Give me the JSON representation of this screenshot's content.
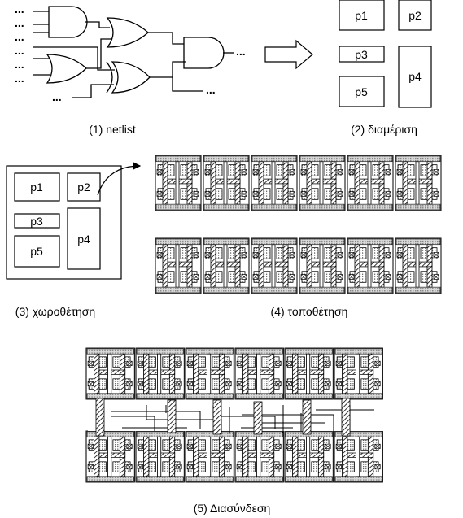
{
  "captions": {
    "netlist": "(1) netlist",
    "partition": "(2) διαμέριση",
    "floorplan": "(3) χωροθέτηση",
    "placement": "(4) τοποθέτηση",
    "routing": "(5) Διασύνδεση"
  },
  "blocks": {
    "p1": "p1",
    "p2": "p2",
    "p3": "p3",
    "p4": "p4",
    "p5": "p5"
  },
  "ellipsis": "..."
}
